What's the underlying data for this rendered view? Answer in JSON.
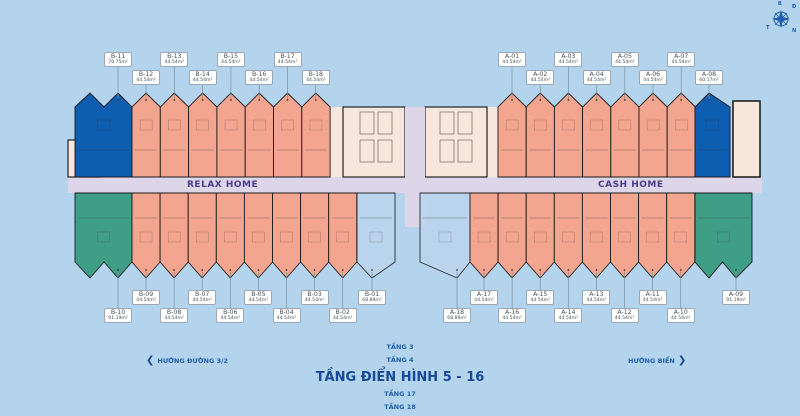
{
  "colors": {
    "background": "#b3d4ec",
    "studio": "#f4a58f",
    "corner_blue": "#0d5db0",
    "corner_light": "#bcd4ee",
    "corner_green": "#3f9e86",
    "corridor": "#ddd6e8",
    "core": "#f7e6dc",
    "text": "#1f5fae"
  },
  "zones": {
    "left": "RELAX HOME",
    "right": "CASH HOME"
  },
  "units_top": [
    {
      "code": "B-11",
      "area": "70.75m²",
      "type": "corner_blue"
    },
    {
      "code": "B-12",
      "area": "44.54m²",
      "type": "studio"
    },
    {
      "code": "B-13",
      "area": "44.54m²",
      "type": "studio"
    },
    {
      "code": "B-14",
      "area": "44.54m²",
      "type": "studio"
    },
    {
      "code": "B-15",
      "area": "44.54m²",
      "type": "studio"
    },
    {
      "code": "B-16",
      "area": "44.54m²",
      "type": "studio"
    },
    {
      "code": "B-17",
      "area": "44.54m²",
      "type": "studio"
    },
    {
      "code": "B-18",
      "area": "44.54m²",
      "type": "studio"
    },
    {
      "code": "A-01",
      "area": "44.54m²",
      "type": "studio"
    },
    {
      "code": "A-02",
      "area": "44.54m²",
      "type": "studio"
    },
    {
      "code": "A-03",
      "area": "44.54m²",
      "type": "studio"
    },
    {
      "code": "A-04",
      "area": "44.54m²",
      "type": "studio"
    },
    {
      "code": "A-05",
      "area": "44.54m²",
      "type": "studio"
    },
    {
      "code": "A-06",
      "area": "44.54m²",
      "type": "studio"
    },
    {
      "code": "A-07",
      "area": "44.54m²",
      "type": "studio"
    },
    {
      "code": "A-08",
      "area": "60.17m²",
      "type": "corner_blue"
    }
  ],
  "units_bottom": [
    {
      "code": "B-10",
      "area": "91.19m²",
      "type": "corner_green"
    },
    {
      "code": "B-09",
      "area": "44.54m²",
      "type": "studio"
    },
    {
      "code": "B-08",
      "area": "44.54m²",
      "type": "studio"
    },
    {
      "code": "B-07",
      "area": "44.54m²",
      "type": "studio"
    },
    {
      "code": "B-06",
      "area": "44.54m²",
      "type": "studio"
    },
    {
      "code": "B-05",
      "area": "44.54m²",
      "type": "studio"
    },
    {
      "code": "B-04",
      "area": "44.54m²",
      "type": "studio"
    },
    {
      "code": "B-03",
      "area": "44.54m²",
      "type": "studio"
    },
    {
      "code": "B-02",
      "area": "44.54m²",
      "type": "studio"
    },
    {
      "code": "B-01",
      "area": "68.89m²",
      "type": "corner_light"
    },
    {
      "code": "A-18",
      "area": "68.89m²",
      "type": "corner_light"
    },
    {
      "code": "A-17",
      "area": "44.54m²",
      "type": "studio"
    },
    {
      "code": "A-16",
      "area": "44.54m²",
      "type": "studio"
    },
    {
      "code": "A-15",
      "area": "44.54m²",
      "type": "studio"
    },
    {
      "code": "A-14",
      "area": "44.54m²",
      "type": "studio"
    },
    {
      "code": "A-13",
      "area": "44.54m²",
      "type": "studio"
    },
    {
      "code": "A-12",
      "area": "44.54m²",
      "type": "studio"
    },
    {
      "code": "A-11",
      "area": "44.54m²",
      "type": "studio"
    },
    {
      "code": "A-10",
      "area": "44.54m²",
      "type": "studio"
    },
    {
      "code": "A-09",
      "area": "91.19m²",
      "type": "corner_green"
    }
  ],
  "floors": {
    "f3": "TẦNG 3",
    "f4": "TẦNG 4",
    "title": "TẦNG ĐIỂN HÌNH 5 - 16",
    "f17": "TẦNG 17",
    "f18": "TẦNG 18"
  },
  "nav": {
    "left": "HƯỚNG ĐƯỜNG 3/2",
    "right": "HƯỚNG BIỂN"
  },
  "compass": {
    "b": "B",
    "d": "Đ",
    "t": "T",
    "n": "N"
  }
}
